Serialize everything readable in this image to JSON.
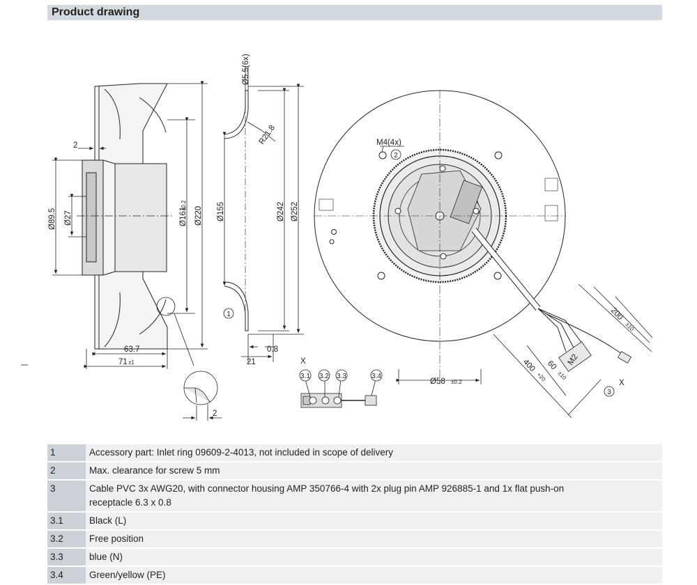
{
  "header": {
    "title": "Product drawing"
  },
  "dimensions": {
    "d2": "2",
    "d89_5": "Ø89.5",
    "d27": "Ø27",
    "d161": "Ø161",
    "d161_tol": "±0.2",
    "d220": "Ø220",
    "d63_7": "63.7",
    "d71": "71",
    "d71_tol": "±1",
    "d2b": "2",
    "d5_5": "Ø5.5(6x)",
    "r21_8": "R21.8",
    "d155": "Ø155",
    "d242": "Ø242",
    "d252": "Ø252",
    "d21": "21",
    "d0_8": "0.8",
    "m4": "M4(4x)",
    "d58": "Ø58",
    "d58_tol": "±0.2",
    "d200": "200",
    "d200_tol": "±10",
    "d400": "400",
    "d400_tol": "+20",
    "d60": "60",
    "d60_tol": "±10",
    "m2": "M2",
    "x_label": "X"
  },
  "callouts": {
    "c1": "1",
    "c2": "2",
    "c3": "3",
    "c3_1": "3.1",
    "c3_2": "3.2",
    "c3_3": "3.3",
    "c3_4": "3.4"
  },
  "notes": [
    {
      "id": "1",
      "text": "Accessory part: Inlet ring 09609-2-4013, not included in scope of delivery"
    },
    {
      "id": "2",
      "text": "Max. clearance for screw 5 mm"
    },
    {
      "id": "3",
      "text": "Cable PVC 3x AWG20, with connector housing AMP 350766-4 with 2x plug pin AMP 926885-1 and 1x flat push-on",
      "text2": "receptacle 6.3 x 0.8"
    },
    {
      "id": "3.1",
      "text": "Black (L)"
    },
    {
      "id": "3.2",
      "text": "Free position"
    },
    {
      "id": "3.3",
      "text": "blue (N)"
    },
    {
      "id": "3.4",
      "text": "Green/yellow (PE)"
    }
  ]
}
